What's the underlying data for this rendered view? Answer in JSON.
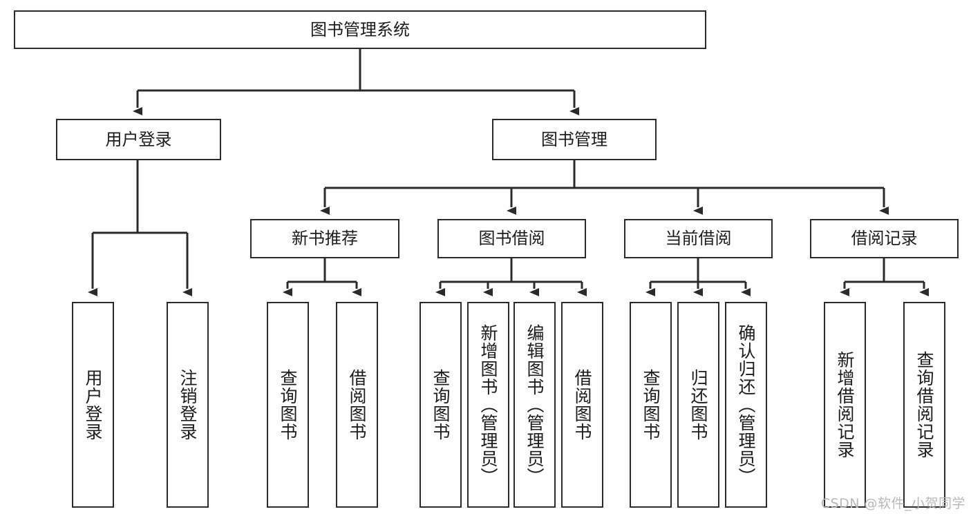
{
  "diagram": {
    "title": "图书管理系统",
    "watermark": "CSDN @软件_小贺同学",
    "orientation": "top-down-tree",
    "colors": {
      "node_border": "#2b2b2b",
      "node_fill": "#ffffff",
      "connector": "#2b2b2b",
      "text": "#1c1c1c",
      "watermark": "#b9b9b9",
      "background": "#ffffff"
    },
    "root": {
      "label": "图书管理系统"
    },
    "level2": [
      {
        "label": "用户登录"
      },
      {
        "label": "图书管理"
      }
    ],
    "level3": [
      {
        "label": "新书推荐"
      },
      {
        "label": "图书借阅"
      },
      {
        "label": "当前借阅"
      },
      {
        "label": "借阅记录"
      }
    ],
    "leaves": {
      "user_login": [
        {
          "label": "用户登录"
        },
        {
          "label": "注销登录"
        }
      ],
      "new_book_recommend": [
        {
          "label": "查询图书"
        },
        {
          "label": "借阅图书"
        }
      ],
      "book_borrow": [
        {
          "label": "查询图书"
        },
        {
          "label": "新增图书（管理员）"
        },
        {
          "label": "编辑图书（管理员）"
        },
        {
          "label": "借阅图书"
        }
      ],
      "current_borrow": [
        {
          "label": "查询图书"
        },
        {
          "label": "归还图书"
        },
        {
          "label": "确认归还（管理员）"
        }
      ],
      "borrow_record": [
        {
          "label": "新增借阅记录"
        },
        {
          "label": "查询借阅记录"
        }
      ]
    }
  }
}
